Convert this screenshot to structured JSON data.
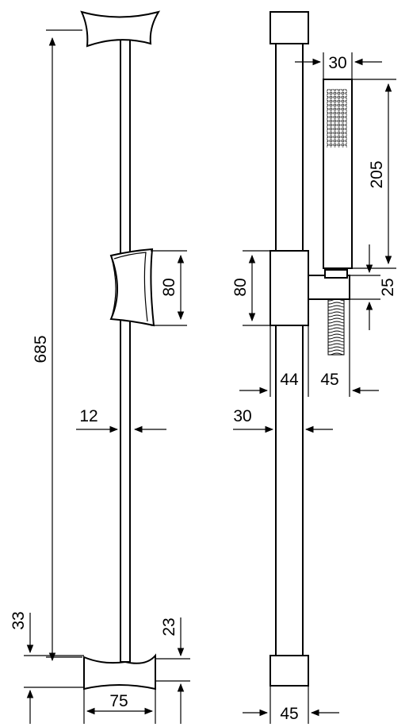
{
  "dimensions": {
    "overall_length": "685",
    "bracket_height_left": "80",
    "rod_diameter": "12",
    "end_cap_33": "33",
    "end_cap_23": "23",
    "base_width": "75",
    "handshower_width": "30",
    "handshower_length": "205",
    "slider_height_right": "80",
    "holder_25": "25",
    "slider_depth": "44",
    "holder_depth": "45",
    "bar_width": "30",
    "base_depth": "45"
  }
}
